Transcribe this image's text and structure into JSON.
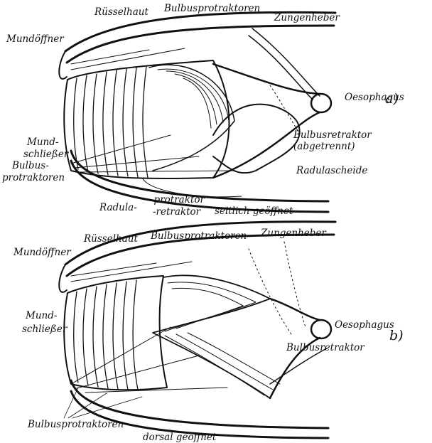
{
  "panel_a": {
    "letter": "a)",
    "labels": {
      "ruesselhaut": "Rüsselhaut",
      "bulbusprotraktoren_top": "Bulbusprotraktoren",
      "zungenheber": "Zungenheber",
      "mundoeffner": "Mundöffner",
      "oesophagus": "Oesophagus",
      "bulbusretraktor": "Bulbusretraktor",
      "abgetrennt": "(abgetrennt)",
      "mund": "Mund-",
      "schliesser": "schließer",
      "bulbus": "Bulbus-",
      "protraktoren": "protraktoren",
      "radulascheide": "Radulascheide",
      "radula": "Radula-",
      "protraktor": "-protraktor",
      "retraktor": "-retraktor",
      "caption": "seitlich geöffnet"
    }
  },
  "panel_b": {
    "letter": "b)",
    "labels": {
      "ruesselhaut": "Rüsselhaut",
      "bulbusprotraktoren_top": "Bulbusprotraktoren",
      "zungenheber": "Zungenheber",
      "mundoeffner": "Mundöffner",
      "oesophagus": "Oesophagus",
      "mund": "Mund-",
      "schliesser": "schließer",
      "bulbusretraktor": "Bulbusretraktor",
      "bulbusprotraktoren_bottom": "Bulbusprotraktoren",
      "caption": "dorsal geöffnet"
    }
  }
}
